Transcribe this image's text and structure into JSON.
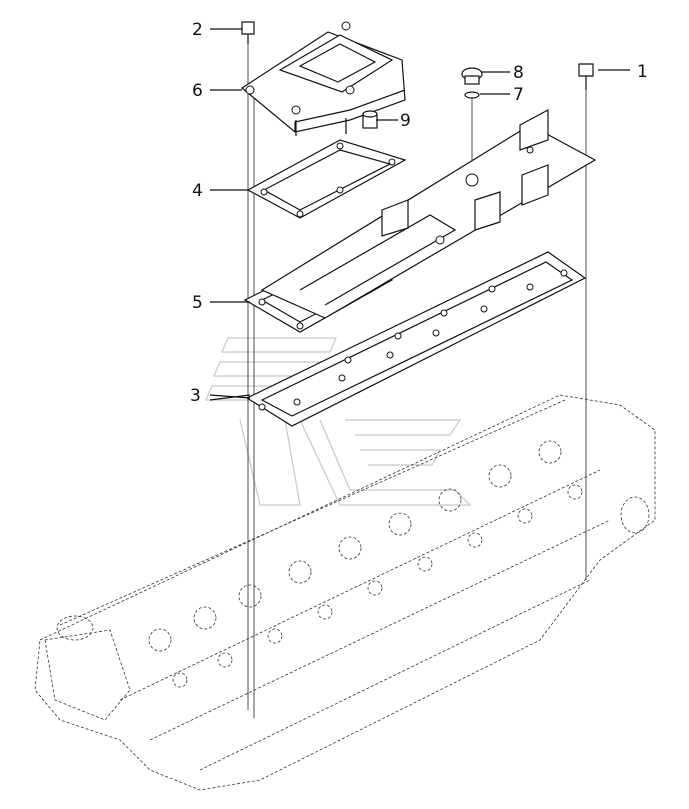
{
  "callouts": [
    {
      "id": "1",
      "label": "1",
      "name": "bolt-right"
    },
    {
      "id": "2",
      "label": "2",
      "name": "bolt-left"
    },
    {
      "id": "3",
      "label": "3",
      "name": "gasket-long"
    },
    {
      "id": "4",
      "label": "4",
      "name": "gasket-small"
    },
    {
      "id": "5",
      "label": "5",
      "name": "gasket-plate"
    },
    {
      "id": "6",
      "label": "6",
      "name": "intake-housing"
    },
    {
      "id": "7",
      "label": "7",
      "name": "o-ring"
    },
    {
      "id": "8",
      "label": "8",
      "name": "plug"
    },
    {
      "id": "9",
      "label": "9",
      "name": "nut"
    }
  ],
  "colors": {
    "line": "#111111",
    "watermark": "#c8c8c8",
    "background": "#ffffff"
  }
}
